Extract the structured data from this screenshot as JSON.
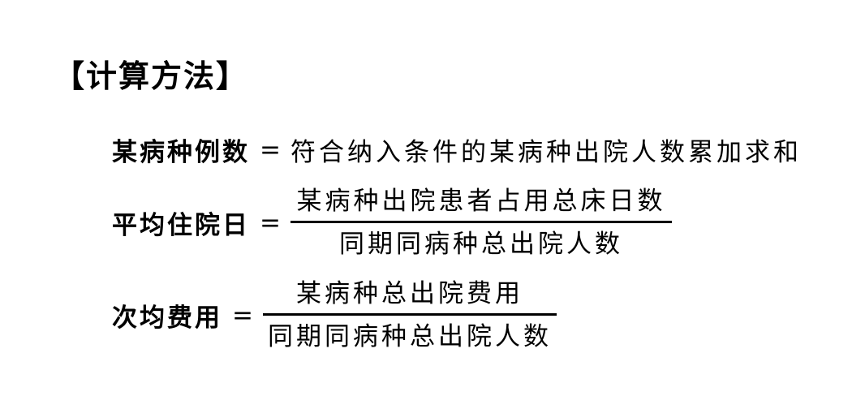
{
  "section": {
    "title": "【计算方法】"
  },
  "formulas": [
    {
      "term": "某病种例数",
      "equals": "=",
      "definition": "符合纳入条件的某病种出院人数累加求和"
    },
    {
      "term": "平均住院日",
      "equals": "=",
      "numerator": "某病种出院患者占用总床日数",
      "denominator": "同期同病种总出院人数"
    },
    {
      "term": "次均费用",
      "equals": "=",
      "numerator": "某病种总出院费用",
      "denominator": "同期同病种总出院人数"
    }
  ]
}
